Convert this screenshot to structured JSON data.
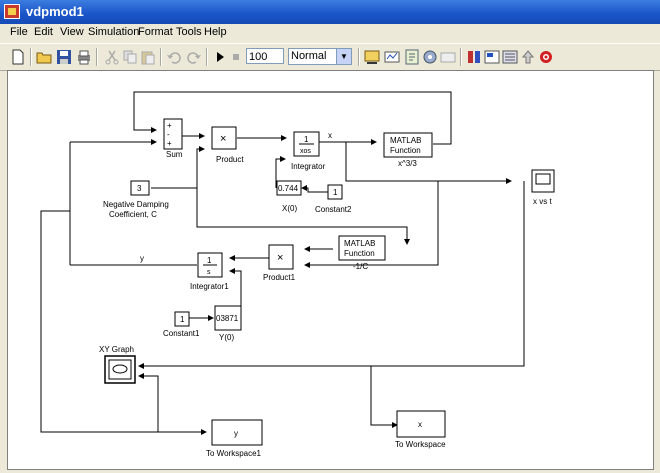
{
  "window": {
    "title": "vdpmod1"
  },
  "menu": [
    "File",
    "Edit",
    "View",
    "Simulation",
    "Format",
    "Tools",
    "Help"
  ],
  "toolbar": {
    "stop_time": "100",
    "mode": "Normal",
    "icons": [
      "new-icon",
      "open-icon",
      "save-icon",
      "print-icon",
      "cut-icon",
      "copy-icon",
      "paste-icon",
      "undo-icon",
      "redo-icon",
      "play-icon",
      "stop-icon",
      "library-icon",
      "model-explorer-icon",
      "debug-icon",
      "build-icon",
      "update-icon",
      "settings-icon",
      "zoom-icon",
      "browser-icon",
      "up-icon",
      "target-icon"
    ]
  },
  "blocks": {
    "sum": {
      "label": "Sum",
      "signs": [
        "+",
        "-",
        "+"
      ]
    },
    "product": {
      "label": "Product",
      "symbol": "×"
    },
    "integrator": {
      "label": "Integrator",
      "num": "1",
      "den": "xos",
      "out": "x"
    },
    "fcn1": {
      "line1": "MATLAB",
      "line2": "Function",
      "label": "x^3/3"
    },
    "gain_c": {
      "value": "3",
      "label1": "Negative Damping",
      "label2": "Coefficient, C"
    },
    "x0": {
      "value": "0.744",
      "label": "X(0)"
    },
    "constant2": {
      "value": "1",
      "label": "Constant2"
    },
    "scope": {
      "label": "x vs t"
    },
    "fcn2": {
      "line1": "MATLAB",
      "line2": "Function",
      "label": "-1/C"
    },
    "product1": {
      "label": "Product1",
      "symbol": "×"
    },
    "integrator1": {
      "label": "Integrator1",
      "num": "1",
      "den": "s"
    },
    "y_signal": {
      "label": "y"
    },
    "constant1": {
      "value": "1",
      "label": "Constant1"
    },
    "y0": {
      "value": "03871",
      "label": "Y(0)"
    },
    "xy_graph": {
      "label": "XY Graph"
    },
    "to_ws1": {
      "value": "y",
      "label": "To Workspace1"
    },
    "to_ws": {
      "value": "x",
      "label": "To Workspace"
    }
  },
  "colors": {
    "titlebar": "#1a54c8",
    "canvas": "#ffffff",
    "chrome": "#ece9d8"
  }
}
